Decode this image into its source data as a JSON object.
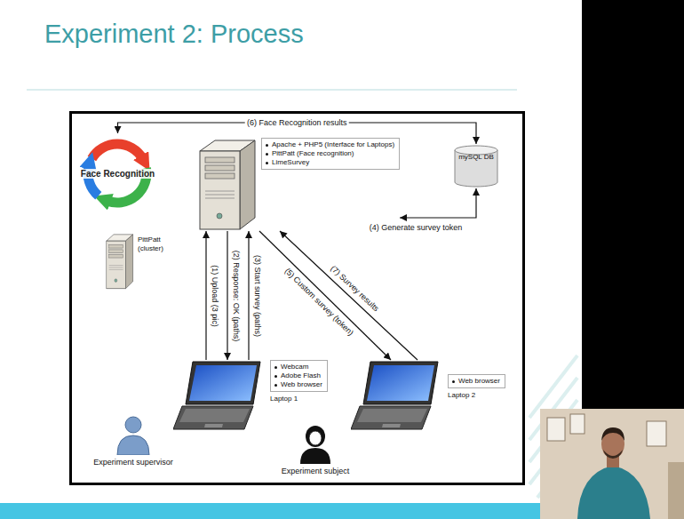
{
  "diagram": {
    "title": "Experiment 2: Process",
    "nodes": [
      {
        "text": [
          "Face Recognition"
        ]
      },
      {
        "text": [
          "Apache + PHP5 (Interface for Laptops)",
          "PittPatt (Face recognition)",
          "LimeSurvey"
        ]
      },
      {
        "text": [
          "mySQL DB"
        ]
      },
      {
        "text": [
          "PittPatt (cluster)"
        ]
      },
      {
        "text": [
          "Webcam",
          "Adobe Flash",
          "Web browser",
          "Laptop 1"
        ]
      },
      {
        "text": [
          "Web browser",
          "Laptop 2"
        ]
      },
      {
        "text": [
          "Experiment supervisor"
        ]
      },
      {
        "text": [
          "Experiment subject"
        ]
      }
    ],
    "edges": [
      {
        "from": 4,
        "to": 1,
        "label": "(1) Upload (3 pic)",
        "arrow": "to"
      },
      {
        "from": 1,
        "to": 4,
        "label": "(2) Response: OK (paths)",
        "arrow": "to"
      },
      {
        "from": 4,
        "to": 1,
        "label": "(3) Start survey (paths)",
        "arrow": "to"
      },
      {
        "from": 1,
        "to": 2,
        "label": "(4) Generate survey token",
        "arrow": "both"
      },
      {
        "from": 1,
        "to": 5,
        "label": "(5) Custom survey (token)",
        "arrow": "to"
      },
      {
        "from": 0,
        "to": 2,
        "label": "(6) Face Recognition results",
        "arrow": "both"
      },
      {
        "from": 5,
        "to": 1,
        "label": "(7) Survey results",
        "arrow": "to"
      }
    ]
  }
}
